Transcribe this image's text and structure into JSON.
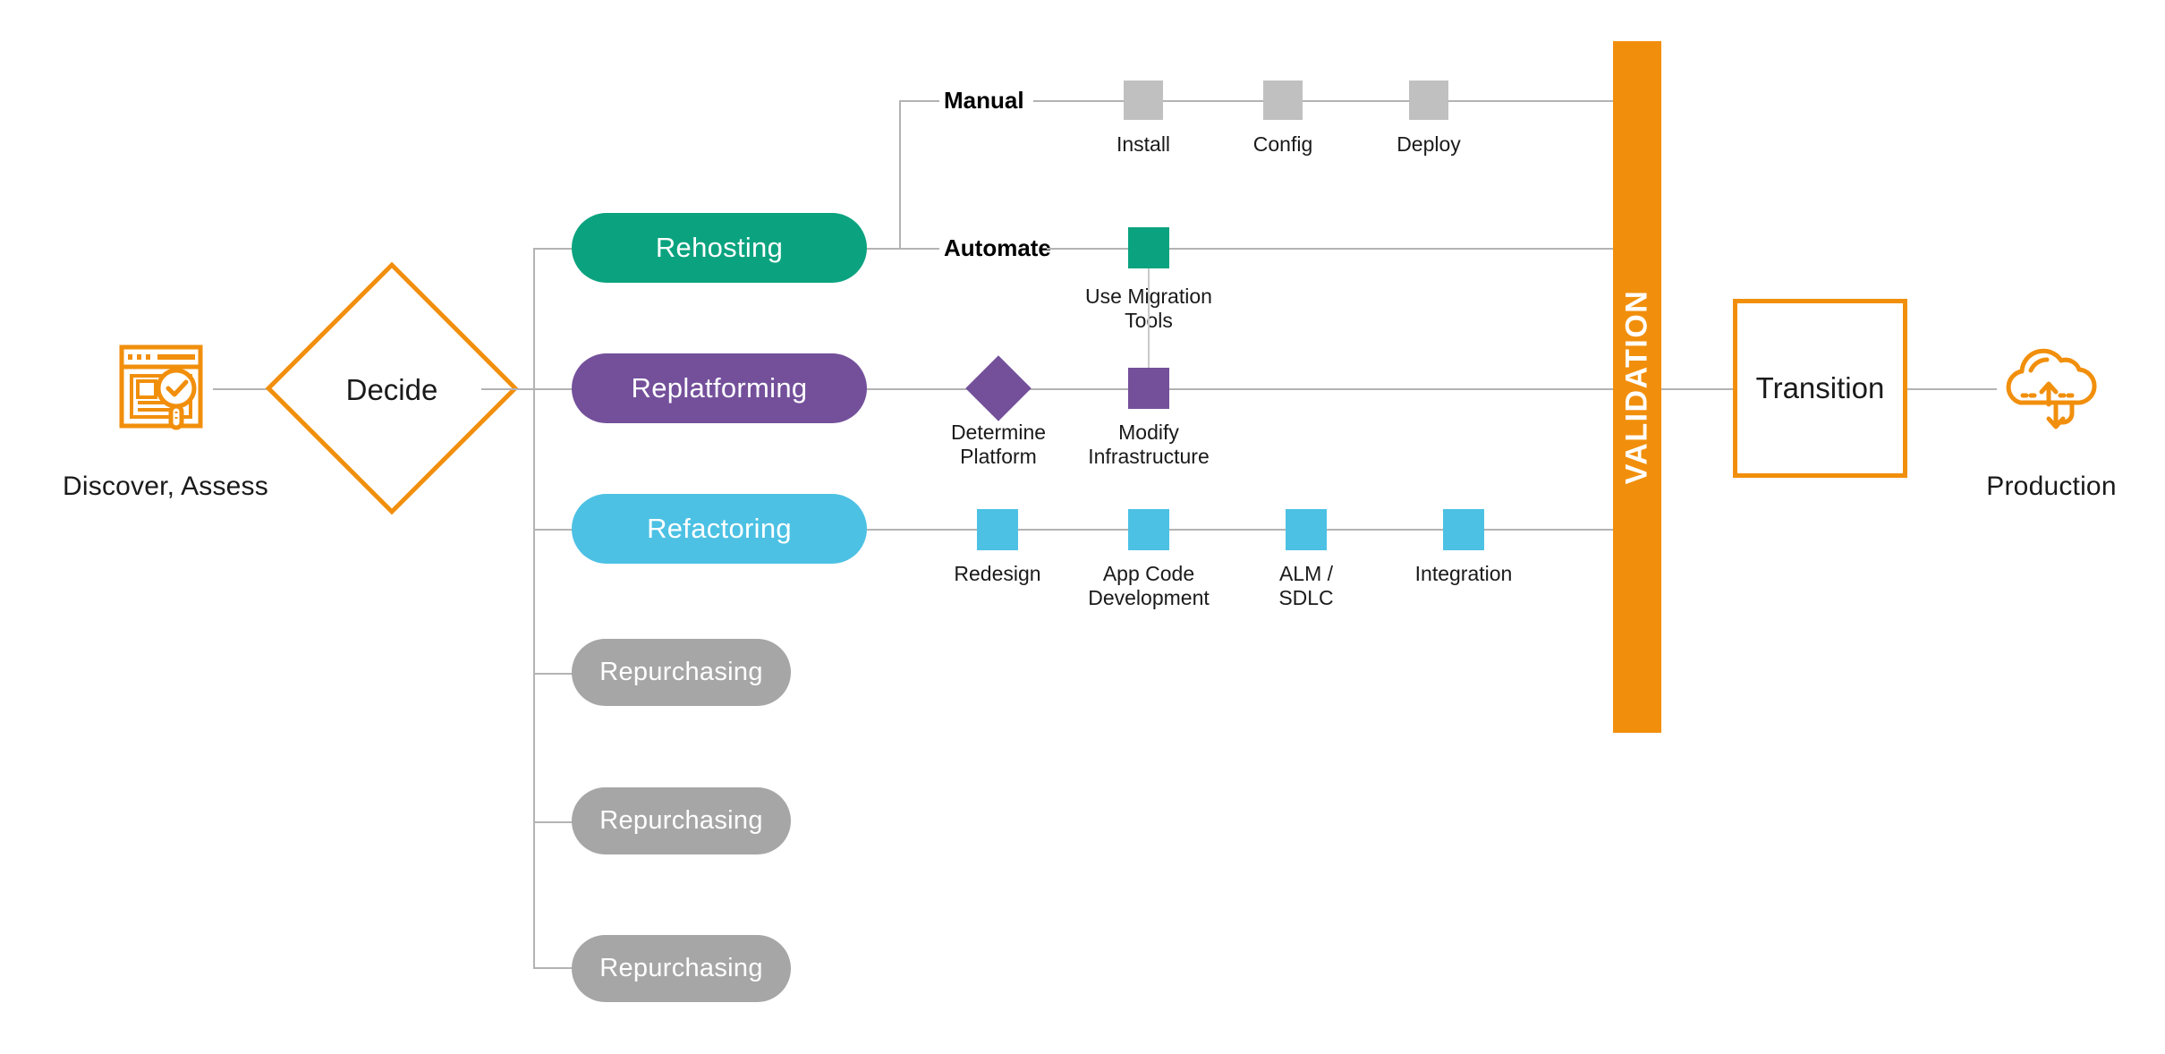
{
  "diagram": {
    "title": "Cloud Migration Decision and Execution Flow",
    "colors": {
      "orange": "#f18f0c",
      "teal": "#0ba37f",
      "purple": "#74509b",
      "blue": "#4cc1e4",
      "gray": "#a6a6a6",
      "gray_square": "#c0c0c0",
      "line": "#b3b3b3",
      "text": "#1a1a1a"
    },
    "start": {
      "icon": "discover-assess-icon",
      "label": "Discover, Assess"
    },
    "decision": {
      "label": "Decide"
    },
    "strategies": [
      {
        "key": "rehosting",
        "label": "Rehosting",
        "color": "#0ba37f"
      },
      {
        "key": "replatforming",
        "label": "Replatforming",
        "color": "#74509b"
      },
      {
        "key": "refactoring",
        "label": "Refactoring",
        "color": "#4cc1e4"
      },
      {
        "key": "repurchasing1",
        "label": "Repurchasing",
        "color": "#a6a6a6"
      },
      {
        "key": "repurchasing2",
        "label": "Repurchasing",
        "color": "#a6a6a6"
      },
      {
        "key": "repurchasing3",
        "label": "Repurchasing",
        "color": "#a6a6a6"
      }
    ],
    "branches": {
      "manual": "Manual",
      "automate": "Automate"
    },
    "tracks": {
      "manual_steps": [
        {
          "label": "Install",
          "shape": "square",
          "color": "#c0c0c0"
        },
        {
          "label": "Config",
          "shape": "square",
          "color": "#c0c0c0"
        },
        {
          "label": "Deploy",
          "shape": "square",
          "color": "#c0c0c0"
        }
      ],
      "automate_steps": [
        {
          "label": "Use Migration\nTools",
          "shape": "square",
          "color": "#0ba37f"
        }
      ],
      "replatforming_steps": [
        {
          "label": "Determine\nPlatform",
          "shape": "diamond",
          "color": "#74509b"
        },
        {
          "label": "Modify\nInfrastructure",
          "shape": "square",
          "color": "#74509b"
        }
      ],
      "refactoring_steps": [
        {
          "label": "Redesign",
          "shape": "square",
          "color": "#4cc1e4"
        },
        {
          "label": "App Code\nDevelopment",
          "shape": "square",
          "color": "#4cc1e4"
        },
        {
          "label": "ALM /\nSDLC",
          "shape": "square",
          "color": "#4cc1e4"
        },
        {
          "label": "Integration",
          "shape": "square",
          "color": "#4cc1e4"
        }
      ]
    },
    "validation": {
      "label": "VALIDATION"
    },
    "transition": {
      "label": "Transition"
    },
    "end": {
      "icon": "cloud-sync-icon",
      "label": "Production"
    }
  }
}
